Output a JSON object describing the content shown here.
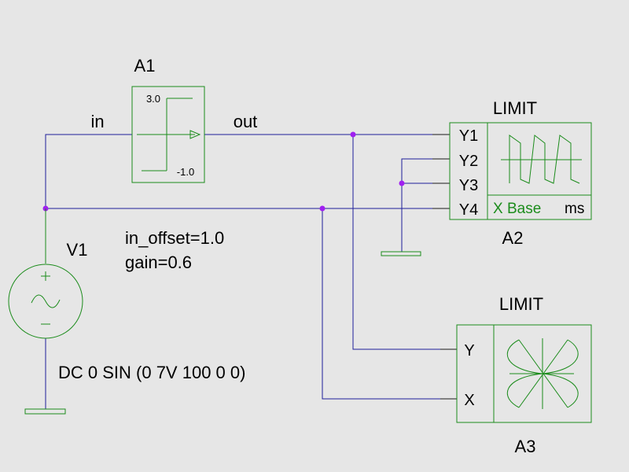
{
  "colors": {
    "background": "#e6e6e6",
    "wire": "#1f1f99",
    "component": "#1c8c1c",
    "junction": "#a020f0",
    "text": "#000000"
  },
  "nets": {
    "in_label": "in",
    "out_label": "out"
  },
  "limiter": {
    "ref": "A1",
    "upper": "3.0",
    "lower": "-1.0",
    "params": [
      "in_offset=1.0",
      "gain=0.6"
    ]
  },
  "source": {
    "ref": "V1",
    "value": "DC 0 SIN (0 7V 100 0 0)",
    "icon": "sine-source-icon"
  },
  "scope_time": {
    "ref": "A2",
    "title": "LIMIT",
    "channels": [
      "Y1",
      "Y2",
      "Y3",
      "Y4"
    ],
    "xbase_label": "X Base",
    "unit": "ms",
    "icon": "square-wave-icon"
  },
  "scope_xy": {
    "ref": "A3",
    "title": "LIMIT",
    "y_label": "Y",
    "x_label": "X",
    "icon": "lissajous-icon"
  }
}
